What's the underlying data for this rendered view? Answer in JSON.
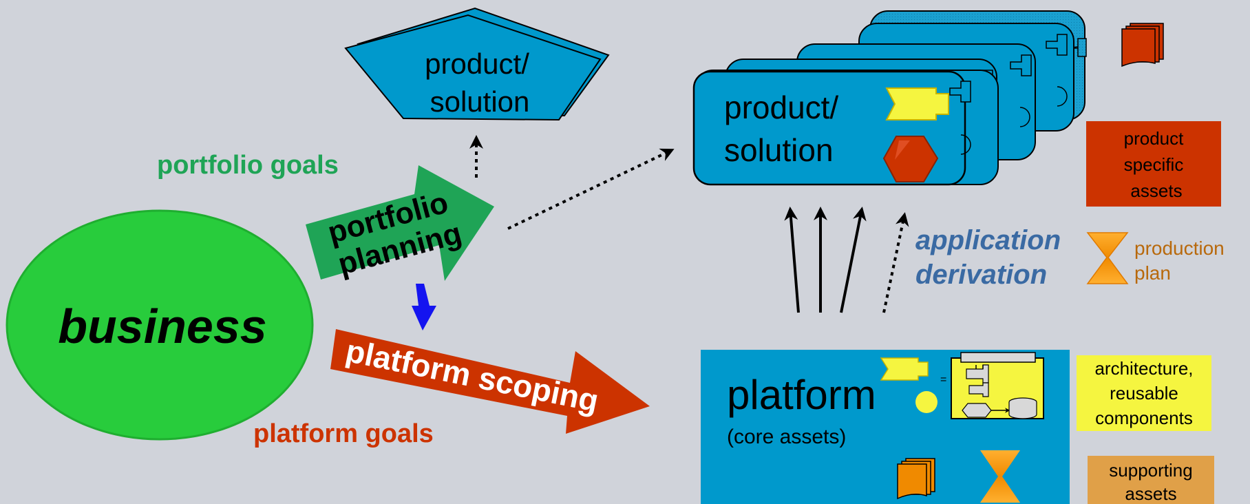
{
  "business": {
    "label": "business"
  },
  "portfolio": {
    "goals_label": "portfolio goals",
    "planning_line1": "portfolio",
    "planning_line2": "planning"
  },
  "platform": {
    "goals_label": "platform goals",
    "scoping_label": "platform scoping",
    "title": "platform",
    "subtitle": "(core assets)"
  },
  "product_small": {
    "line1": "product/",
    "line2": "solution"
  },
  "product_main": {
    "line1": "product/",
    "line2": "solution"
  },
  "derivation": {
    "line1": "application",
    "line2": "derivation"
  },
  "legend": {
    "product_specific": [
      "product",
      "specific",
      "assets"
    ],
    "production_plan": [
      "production",
      "plan"
    ],
    "architecture": [
      "architecture,",
      "reusable",
      "components"
    ],
    "supporting": [
      "supporting",
      "assets"
    ]
  },
  "colors": {
    "background": "#d0d3da",
    "business_green": "#28cc3c",
    "portfolio_green": "#1fa456",
    "platform_red": "#cc3300",
    "blue_box": "#0099cc",
    "derivation_blue": "#3a6aa3",
    "plan_orange": "#b8690c",
    "yellow": "#f5f540",
    "supporting_orange": "#e0a048"
  },
  "icons": {
    "component": "yellow-connector-icon",
    "hexagon": "red-hexagon-icon",
    "hourglass": "hourglass-icon",
    "document_stack": "document-stack-icon"
  }
}
